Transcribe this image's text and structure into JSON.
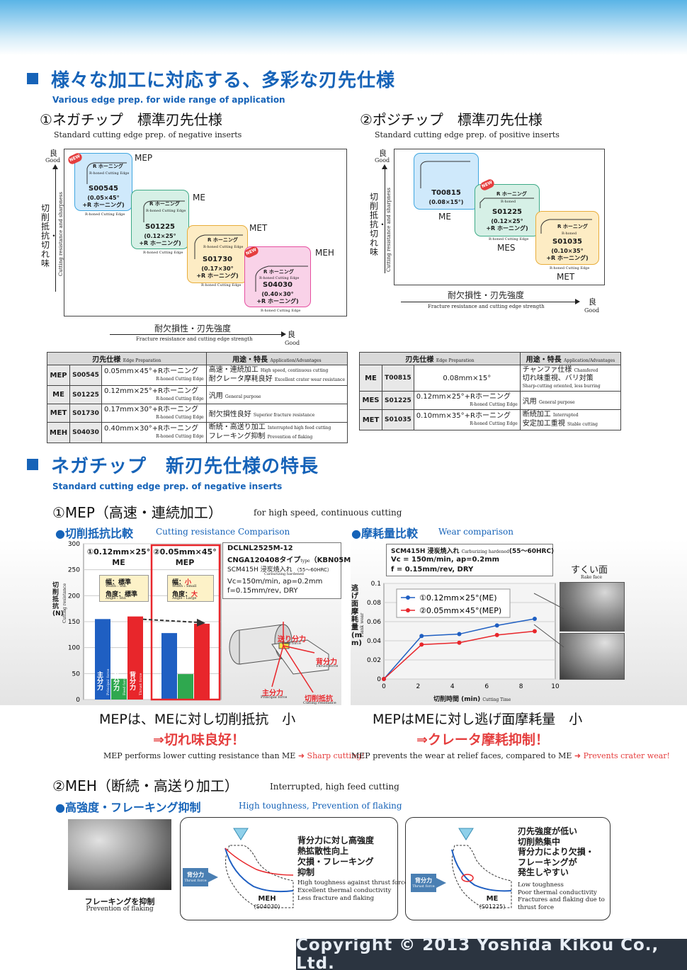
{
  "section1": {
    "title": "様々な加工に対応する、多彩な刃先仕様",
    "title_en": "Various edge prep. for wide range of application"
  },
  "neg": {
    "title": "①ネガチップ　標準刃先仕様",
    "title_en": "Standard cutting edge prep. of negative inserts",
    "y_top_jp": "良",
    "y_top_en": "Good",
    "y_axis_jp": "切削抵抗・切れ味",
    "y_axis_en": "Cutting resistance and sharpness",
    "x_axis_jp": "耐欠損性・刃先強度",
    "x_axis_en": "Fracture resistance and cutting edge strength",
    "x_end_jp": "良",
    "x_end_en": "Good",
    "new_badge": "NEW",
    "rhone_jp": "R ホーニング",
    "rhone_en": "R-honed Cutting Edge",
    "cards": [
      {
        "label": "MEP",
        "code": "S00545",
        "d1": "(0.05×45°",
        "d2": "+R ホーニング)"
      },
      {
        "label": "ME",
        "code": "S01225",
        "d1": "(0.12×25°",
        "d2": "+R ホーニング)"
      },
      {
        "label": "MET",
        "code": "S01730",
        "d1": "(0.17×30°",
        "d2": "+R ホーニング)"
      },
      {
        "label": "MEH",
        "code": "S04030",
        "d1": "(0.40×30°",
        "d2": "+R ホーニング)"
      }
    ]
  },
  "pos": {
    "title": "②ポジチップ　標準刃先仕様",
    "title_en": "Standard cutting edge prep. of positive inserts",
    "y_top_jp": "良",
    "y_top_en": "Good",
    "y_axis_jp": "切削抵抗・切れ味",
    "y_axis_en": "Cutting resistance and sharpness",
    "x_axis_jp": "耐欠損性・刃先強度",
    "x_axis_en": "Fracture resistance and cutting edge strength",
    "x_end_jp": "良",
    "x_end_en": "Good",
    "new_badge": "NEW",
    "rhone_jp": "R ホーニング",
    "rhone_short_en": "R-honed",
    "rhone_en": "R-honed Cutting Edge",
    "cards": [
      {
        "label": "ME",
        "code": "T00815",
        "d1": "(0.08×15°)",
        "d2": ""
      },
      {
        "label": "MES",
        "code": "S01225",
        "d1": "(0.12×25°",
        "d2": "+R ホーニング)"
      },
      {
        "label": "MET",
        "code": "S01035",
        "d1": "(0.10×35°",
        "d2": "+R ホーニング)"
      }
    ]
  },
  "neg_table": {
    "h_prep": "刃先仕様",
    "h_prep_en": "Edge Preparation",
    "h_use": "用途・特長",
    "h_use_en": "Application/Advantages",
    "rows": [
      {
        "grade": "MEP",
        "code": "S00545",
        "spec": "0.05mm×45°+Rホーニング",
        "spec_en": "R-honed Cutting Edge",
        "u1": "高速・連続加工",
        "u1en": "High speed, continuous cutting",
        "u2": "耐クレータ摩耗良好",
        "u2en": "Excellent crater wear resistance"
      },
      {
        "grade": "ME",
        "code": "S01225",
        "spec": "0.12mm×25°+Rホーニング",
        "spec_en": "R-honed Cutting Edge",
        "u1": "汎用",
        "u1en": "General purpose",
        "u2": "",
        "u2en": ""
      },
      {
        "grade": "MET",
        "code": "S01730",
        "spec": "0.17mm×30°+Rホーニング",
        "spec_en": "R-honed Cutting Edge",
        "u1": "耐欠損性良好",
        "u1en": "Superior fracture resistance",
        "u2": "",
        "u2en": ""
      },
      {
        "grade": "MEH",
        "code": "S04030",
        "spec": "0.40mm×30°+Rホーニング",
        "spec_en": "R-honed Cutting Edge",
        "u1": "断続・高送り加工",
        "u1en": "Interrupted high feed cutting",
        "u2": "フレーキング抑制",
        "u2en": "Prevention of flaking"
      }
    ]
  },
  "pos_table": {
    "h_prep": "刃先仕様",
    "h_prep_en": "Edge Preparation",
    "h_use": "用途・特長",
    "h_use_en": "Application/Advantages",
    "rows": [
      {
        "grade": "ME",
        "code": "T00815",
        "spec": "0.08mm×15°",
        "spec_en": "",
        "u1": "チャンファ仕様",
        "u1en": "Chamfered",
        "u2": "切れ味重視、バリ対策",
        "u2en": "Sharp-cutting oriented, less burring"
      },
      {
        "grade": "MES",
        "code": "S01225",
        "spec": "0.12mm×25°+Rホーニング",
        "spec_en": "R-honed Cutting Edge",
        "u1": "汎用",
        "u1en": "General purpose",
        "u2": "",
        "u2en": ""
      },
      {
        "grade": "MET",
        "code": "S01035",
        "spec": "0.10mm×35°+Rホーニング",
        "spec_en": "R-honed Cutting Edge",
        "u1": "断続加工",
        "u1en": "Interrupted",
        "u2": "安定加工重視",
        "u2en": "Stable cutting"
      }
    ]
  },
  "section2": {
    "title": "ネガチップ　新刃先仕様の特長",
    "title_en": "Standard cutting edge prep. of negative inserts"
  },
  "mep": {
    "title": "①MEP（高速・連続加工）",
    "title_en": "for high speed, continuous cutting",
    "resist_title": "●切削抵抗比較",
    "resist_title_en": "Cutting resistance Comparison",
    "wear_title": "●摩耗量比較",
    "wear_title_en": "Wear comparison"
  },
  "resist_chart": {
    "ylabel_jp": "切削抵抗(N)",
    "ylabel_en": "Cutting resistance",
    "group1_label": "①0.12mm×25°",
    "group1_sub": "ME",
    "group1_w": "幅：標準",
    "group1_w_en": "Width : Std.",
    "group1_a": "角度：標準",
    "group1_a_en": "Angle : Std.",
    "group2_label": "②0.05mm×45°",
    "group2_sub": "MEP",
    "group2_w_pre": "幅：",
    "group2_w_val": "小",
    "group2_w_en": "Width : Small",
    "group2_a_pre": "角度：",
    "group2_a_val": "大",
    "group2_a_en": "Angle : Large",
    "bar_label_principal": "主分力",
    "bar_label_principal_en": "Principal force",
    "bar_label_feed": "送り分力",
    "bar_label_feed_en": "Feed force",
    "bar_label_thrust": "背分力",
    "bar_label_thrust_en": "Thrust force",
    "cond1": "DCLNL2525M-12",
    "cond2": "CNGA120408タイプ",
    "cond2_type": "type",
    "cond2_end": "（KBN05M）",
    "cond3": "SCM415H 浸炭焼入れ",
    "cond3_hrc": "（55～60HRC）",
    "cond3_en": "Carburizing hardened",
    "cond4": "Vc=150m/min, ap=0.2mm",
    "cond5": "f=0.15mm/rev, DRY",
    "diag_feed": "送り分力",
    "diag_feed_en": "Feed force",
    "diag_thrust": "背分力",
    "diag_thrust_en": "Thrust force",
    "diag_principal": "主分力",
    "diag_principal_en": "Principal force",
    "diag_cutting": "切削抵抗",
    "diag_cutting_en": "Cutting resistance"
  },
  "wear_chart": {
    "cond1": "SCM415H 浸炭焼入れ",
    "cond1_en": "Carburizing hardened",
    "cond1_hrc": "(55～60HRC)",
    "cond2": "Vc = 150m/min, ap=0.2mm",
    "cond3": "f = 0.15mm/rev, DRY",
    "ylabel_jp": "逃げ面摩耗量 (mm)",
    "ylabel_en": "Flank wear",
    "xlabel_jp": "切削時間 (min)",
    "xlabel_en": "Cutting Time",
    "rake_jp": "すくい面",
    "rake_en": "Rake face"
  },
  "chart_data": [
    {
      "type": "bar",
      "ylim": [
        0,
        300
      ],
      "yticks": [
        0,
        50,
        100,
        150,
        200,
        250,
        300
      ],
      "categories": [
        "①0.12mm×25° ME",
        "②0.05mm×45° MEP"
      ],
      "series": [
        {
          "name": "主分力",
          "color": "#1f5fc2",
          "values": [
            155,
            128
          ]
        },
        {
          "name": "送り分力",
          "color": "#2fa84f",
          "values": [
            40,
            49
          ]
        },
        {
          "name": "背分力",
          "color": "#e8262b",
          "values": [
            160,
            146
          ]
        }
      ],
      "ylabel": "切削抵抗(N)"
    },
    {
      "type": "line",
      "xlim": [
        0,
        10
      ],
      "ylim": [
        0,
        0.1
      ],
      "xticks": [
        0,
        2,
        4,
        6,
        8,
        10
      ],
      "yticks": [
        0,
        0.02,
        0.04,
        0.06,
        0.08,
        0.1
      ],
      "xlabel": "切削時間 (min)",
      "ylabel": "逃げ面摩耗量 (mm)",
      "series": [
        {
          "name": "①0.12mm×25°(ME)",
          "color": "#1f5fc2",
          "x": [
            0,
            2.2,
            4.4,
            6.6,
            8.8
          ],
          "y": [
            0,
            0.045,
            0.047,
            0.056,
            0.063
          ]
        },
        {
          "name": "②0.05mm×45°(MEP)",
          "color": "#e8262b",
          "x": [
            0,
            2.2,
            4.4,
            6.6,
            8.8
          ],
          "y": [
            0,
            0.036,
            0.038,
            0.046,
            0.05
          ]
        }
      ]
    }
  ],
  "mep_results": {
    "left1": "MEPは、MEに対し切削抵抗　小",
    "left2": "⇒切れ味良好！",
    "left_en": "MEP performs lower cutting resistance than ME",
    "left_en_red": "Sharp cutting!",
    "right1": "MEPはMEに対し逃げ面摩耗量　小",
    "right2": "⇒クレータ摩耗抑制！",
    "right_en": "MEP prevents the wear at relief faces, compared to ME",
    "right_en_red": "Prevents crater wear!",
    "arrow": "➜"
  },
  "meh": {
    "title": "②MEH（断続・高送り加工）",
    "title_en": "Interrupted, high feed cutting",
    "sub": "●高強度・フレーキング抑制",
    "sub_en": "High toughness, Prevention of flaking",
    "photo_jp": "フレーキングを抑制",
    "photo_en": "Prevention of flaking",
    "thrust_jp": "背分力",
    "thrust_en": "Thrust force",
    "box1_name": "MEH",
    "box1_code": "(S04030)",
    "box1_l1": "背分力に対し高強度",
    "box1_l2": "熱拡散性向上",
    "box1_l3": "欠損・フレーキング",
    "box1_l4": "抑制",
    "box1_e1": "High toughness against thrust force",
    "box1_e2": "Excellent thermal conductivity",
    "box1_e3": "Less fracture and flaking",
    "box2_name": "ME",
    "box2_code": "(S01225)",
    "box2_l1": "刃先強度が低い",
    "box2_l2": "切削熱集中",
    "box2_l3": "背分力により欠損・",
    "box2_l4": "フレーキングが",
    "box2_l5": "発生しやすい",
    "box2_e1": "Low toughness",
    "box2_e2": "Poor thermal conductivity",
    "box2_e3": "Fractures and flaking due to",
    "box2_e4": "thrust force"
  },
  "footer": {
    "copyright": "Copyright © 2013 Yoshida Kikou Co., Ltd."
  },
  "colors": {
    "accent": "#1663b8",
    "red": "#e8262b",
    "blue": "#1f5fc2",
    "green": "#2fa84f",
    "card_blue": "#cfe9fb",
    "card_green": "#d6f0e6",
    "card_yellow": "#fdecc4",
    "card_pink": "#f9d2e8"
  }
}
